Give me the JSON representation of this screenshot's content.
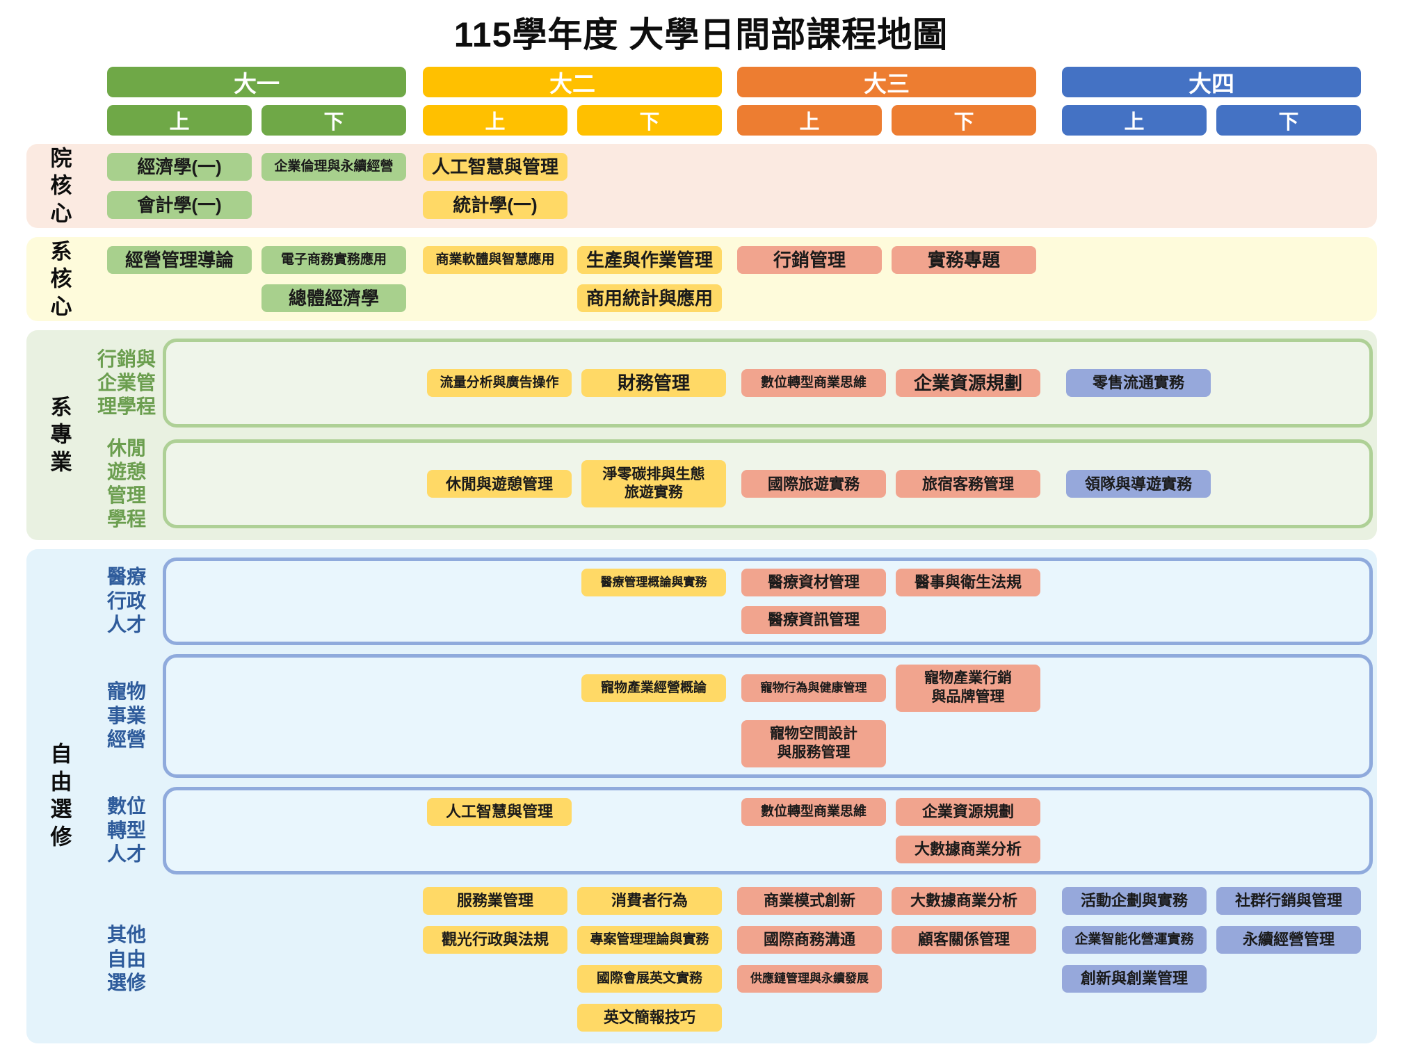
{
  "title": "115學年度 大學日間部課程地圖",
  "colors": {
    "year_green": "#6FA847",
    "year_yellow": "#FFC000",
    "year_orange": "#ED7D31",
    "year_blue": "#4472C4",
    "course_green": "#A8D08D",
    "course_yellow": "#FFD966",
    "course_salmon": "#F1A48E",
    "course_blue": "#96A8DB",
    "band_peach": "#FBEAE1",
    "band_yellow": "#FEFBDB",
    "band_green": "#E9F1E1",
    "band_blue": "#E4F3FB",
    "inner_green_fill": "#EFF5EA",
    "inner_green_border": "#AED096",
    "inner_blue_fill": "#E9F6FD",
    "inner_blue_border": "#8FAADC",
    "program_green_text": "#6B9E4F",
    "program_blue_text": "#2E5B9B",
    "header_text": "#FFFFFF",
    "course_text": "#1A1A1A"
  },
  "years": [
    {
      "label": "大一",
      "color": "#6FA847",
      "semesters": [
        "上",
        "下"
      ]
    },
    {
      "label": "大二",
      "color": "#FFC000",
      "semesters": [
        "上",
        "下"
      ]
    },
    {
      "label": "大三",
      "color": "#ED7D31",
      "semesters": [
        "上",
        "下"
      ]
    },
    {
      "label": "大四",
      "color": "#4472C4",
      "semesters": [
        "上",
        "下"
      ]
    }
  ],
  "sections": [
    {
      "id": "college-core",
      "label": "院\n核\n心",
      "bg": "#FBEAE1",
      "program_label_color": "#0d0d0d",
      "programs": [
        {
          "id": "college-core-courses",
          "label": null,
          "frame": null,
          "rows": [
            [
              {
                "col": 1,
                "label": "經濟學(一)",
                "size": "xl"
              },
              {
                "col": 2,
                "label": "企業倫理與永續經營",
                "size": "s"
              },
              {
                "col": 3,
                "label": "人工智慧與管理",
                "size": "xl"
              }
            ],
            [
              {
                "col": 1,
                "label": "會計學(一)",
                "size": "xl"
              },
              {
                "col": 3,
                "label": "統計學(一)",
                "size": "xl"
              }
            ]
          ]
        }
      ]
    },
    {
      "id": "dept-core",
      "label": "系\n核\n心",
      "bg": "#FEFBDB",
      "program_label_color": "#0d0d0d",
      "programs": [
        {
          "id": "dept-core-courses",
          "label": null,
          "frame": null,
          "rows": [
            [
              {
                "col": 1,
                "label": "經營管理導論",
                "size": "xl"
              },
              {
                "col": 2,
                "label": "電子商務實務應用",
                "size": "s"
              },
              {
                "col": 3,
                "label": "商業軟體與智慧應用",
                "size": "s"
              },
              {
                "col": 4,
                "label": "生產與作業管理",
                "size": "xl"
              },
              {
                "col": 5,
                "label": "行銷管理",
                "size": "xl"
              },
              {
                "col": 6,
                "label": "實務專題",
                "size": "xl"
              }
            ],
            [
              {
                "col": 2,
                "label": "總體經濟學",
                "size": "xl"
              },
              {
                "col": 4,
                "label": "商用統計與應用",
                "size": "xl"
              }
            ]
          ]
        }
      ]
    },
    {
      "id": "dept-specialty",
      "label": "系\n專\n業",
      "bg": "#E9F1E1",
      "program_label_color": "#6B9E4F",
      "programs": [
        {
          "id": "marketing-management-program",
          "label": "行銷與\n企業管\n理學程",
          "frame": "green",
          "rows": [
            [
              {
                "col": 3,
                "label": "流量分析與廣告操作",
                "size": "s"
              },
              {
                "col": 4,
                "label": "財務管理",
                "size": "xl"
              },
              {
                "col": 5,
                "label": "數位轉型商業思維",
                "size": "s"
              },
              {
                "col": 6,
                "label": "企業資源規劃",
                "size": "xl"
              },
              {
                "col": 7,
                "label": "零售流通實務"
              }
            ]
          ]
        },
        {
          "id": "leisure-recreation-program",
          "label": "休閒\n遊憩\n管理\n學程",
          "frame": "green",
          "rows": [
            [
              {
                "col": 3,
                "label": "休閒與遊憩管理"
              },
              {
                "col": 4,
                "label": "淨零碳排與生態\n旅遊實務",
                "lines": 2
              },
              {
                "col": 5,
                "label": "國際旅遊實務"
              },
              {
                "col": 6,
                "label": "旅宿客務管理"
              },
              {
                "col": 7,
                "label": "領隊與導遊實務"
              }
            ]
          ]
        }
      ]
    },
    {
      "id": "free-electives",
      "label": "自\n由\n選\n修",
      "bg": "#E4F3FB",
      "program_label_color": "#2E5B9B",
      "programs": [
        {
          "id": "medical-admin-talent",
          "label": "醫療\n行政\n人才",
          "frame": "blue",
          "rows": [
            [
              {
                "col": 4,
                "label": "醫療管理概論與實務",
                "size": "xs"
              },
              {
                "col": 5,
                "label": "醫療資材管理"
              },
              {
                "col": 6,
                "label": "醫事與衛生法規"
              }
            ],
            [
              {
                "col": 5,
                "label": "醫療資訊管理"
              }
            ]
          ]
        },
        {
          "id": "pet-business",
          "label": "寵物\n事業\n經營",
          "frame": "blue",
          "rows": [
            [
              {
                "col": 4,
                "label": "寵物產業經營概論",
                "size": "s"
              },
              {
                "col": 5,
                "label": "寵物行為與健康管理",
                "size": "xs"
              },
              {
                "col": 6,
                "label": "寵物產業行銷\n與品牌管理",
                "lines": 2
              }
            ],
            [
              {
                "col": 5,
                "label": "寵物空間設計\n與服務管理",
                "lines": 2
              }
            ]
          ]
        },
        {
          "id": "digital-transformation-talent",
          "label": "數位\n轉型\n人才",
          "frame": "blue",
          "rows": [
            [
              {
                "col": 3,
                "label": "人工智慧與管理"
              },
              {
                "col": 5,
                "label": "數位轉型商業思維",
                "size": "s"
              },
              {
                "col": 6,
                "label": "企業資源規劃"
              }
            ],
            [
              {
                "col": 6,
                "label": "大數據商業分析"
              }
            ]
          ]
        },
        {
          "id": "other-free-electives",
          "label": "其他\n自由\n選修",
          "frame": null,
          "rows": [
            [
              {
                "col": 3,
                "label": "服務業管理"
              },
              {
                "col": 4,
                "label": "消費者行為"
              },
              {
                "col": 5,
                "label": "商業模式創新"
              },
              {
                "col": 6,
                "label": "大數據商業分析"
              },
              {
                "col": 7,
                "label": "活動企劃與實務"
              },
              {
                "col": 8,
                "label": "社群行銷與管理"
              }
            ],
            [
              {
                "col": 3,
                "label": "觀光行政與法規"
              },
              {
                "col": 4,
                "label": "專案管理理論與實務",
                "size": "s"
              },
              {
                "col": 5,
                "label": "國際商務溝通"
              },
              {
                "col": 6,
                "label": "顧客關係管理"
              },
              {
                "col": 7,
                "label": "企業智能化營運實務",
                "size": "s"
              },
              {
                "col": 8,
                "label": "永續經營管理"
              }
            ],
            [
              {
                "col": 4,
                "label": "國際會展英文實務",
                "size": "s"
              },
              {
                "col": 5,
                "label": "供應鏈管理與永續發展",
                "size": "xs"
              },
              {
                "col": 7,
                "label": "創新與創業管理"
              }
            ],
            [
              {
                "col": 4,
                "label": "英文簡報技巧"
              }
            ]
          ]
        }
      ]
    }
  ]
}
